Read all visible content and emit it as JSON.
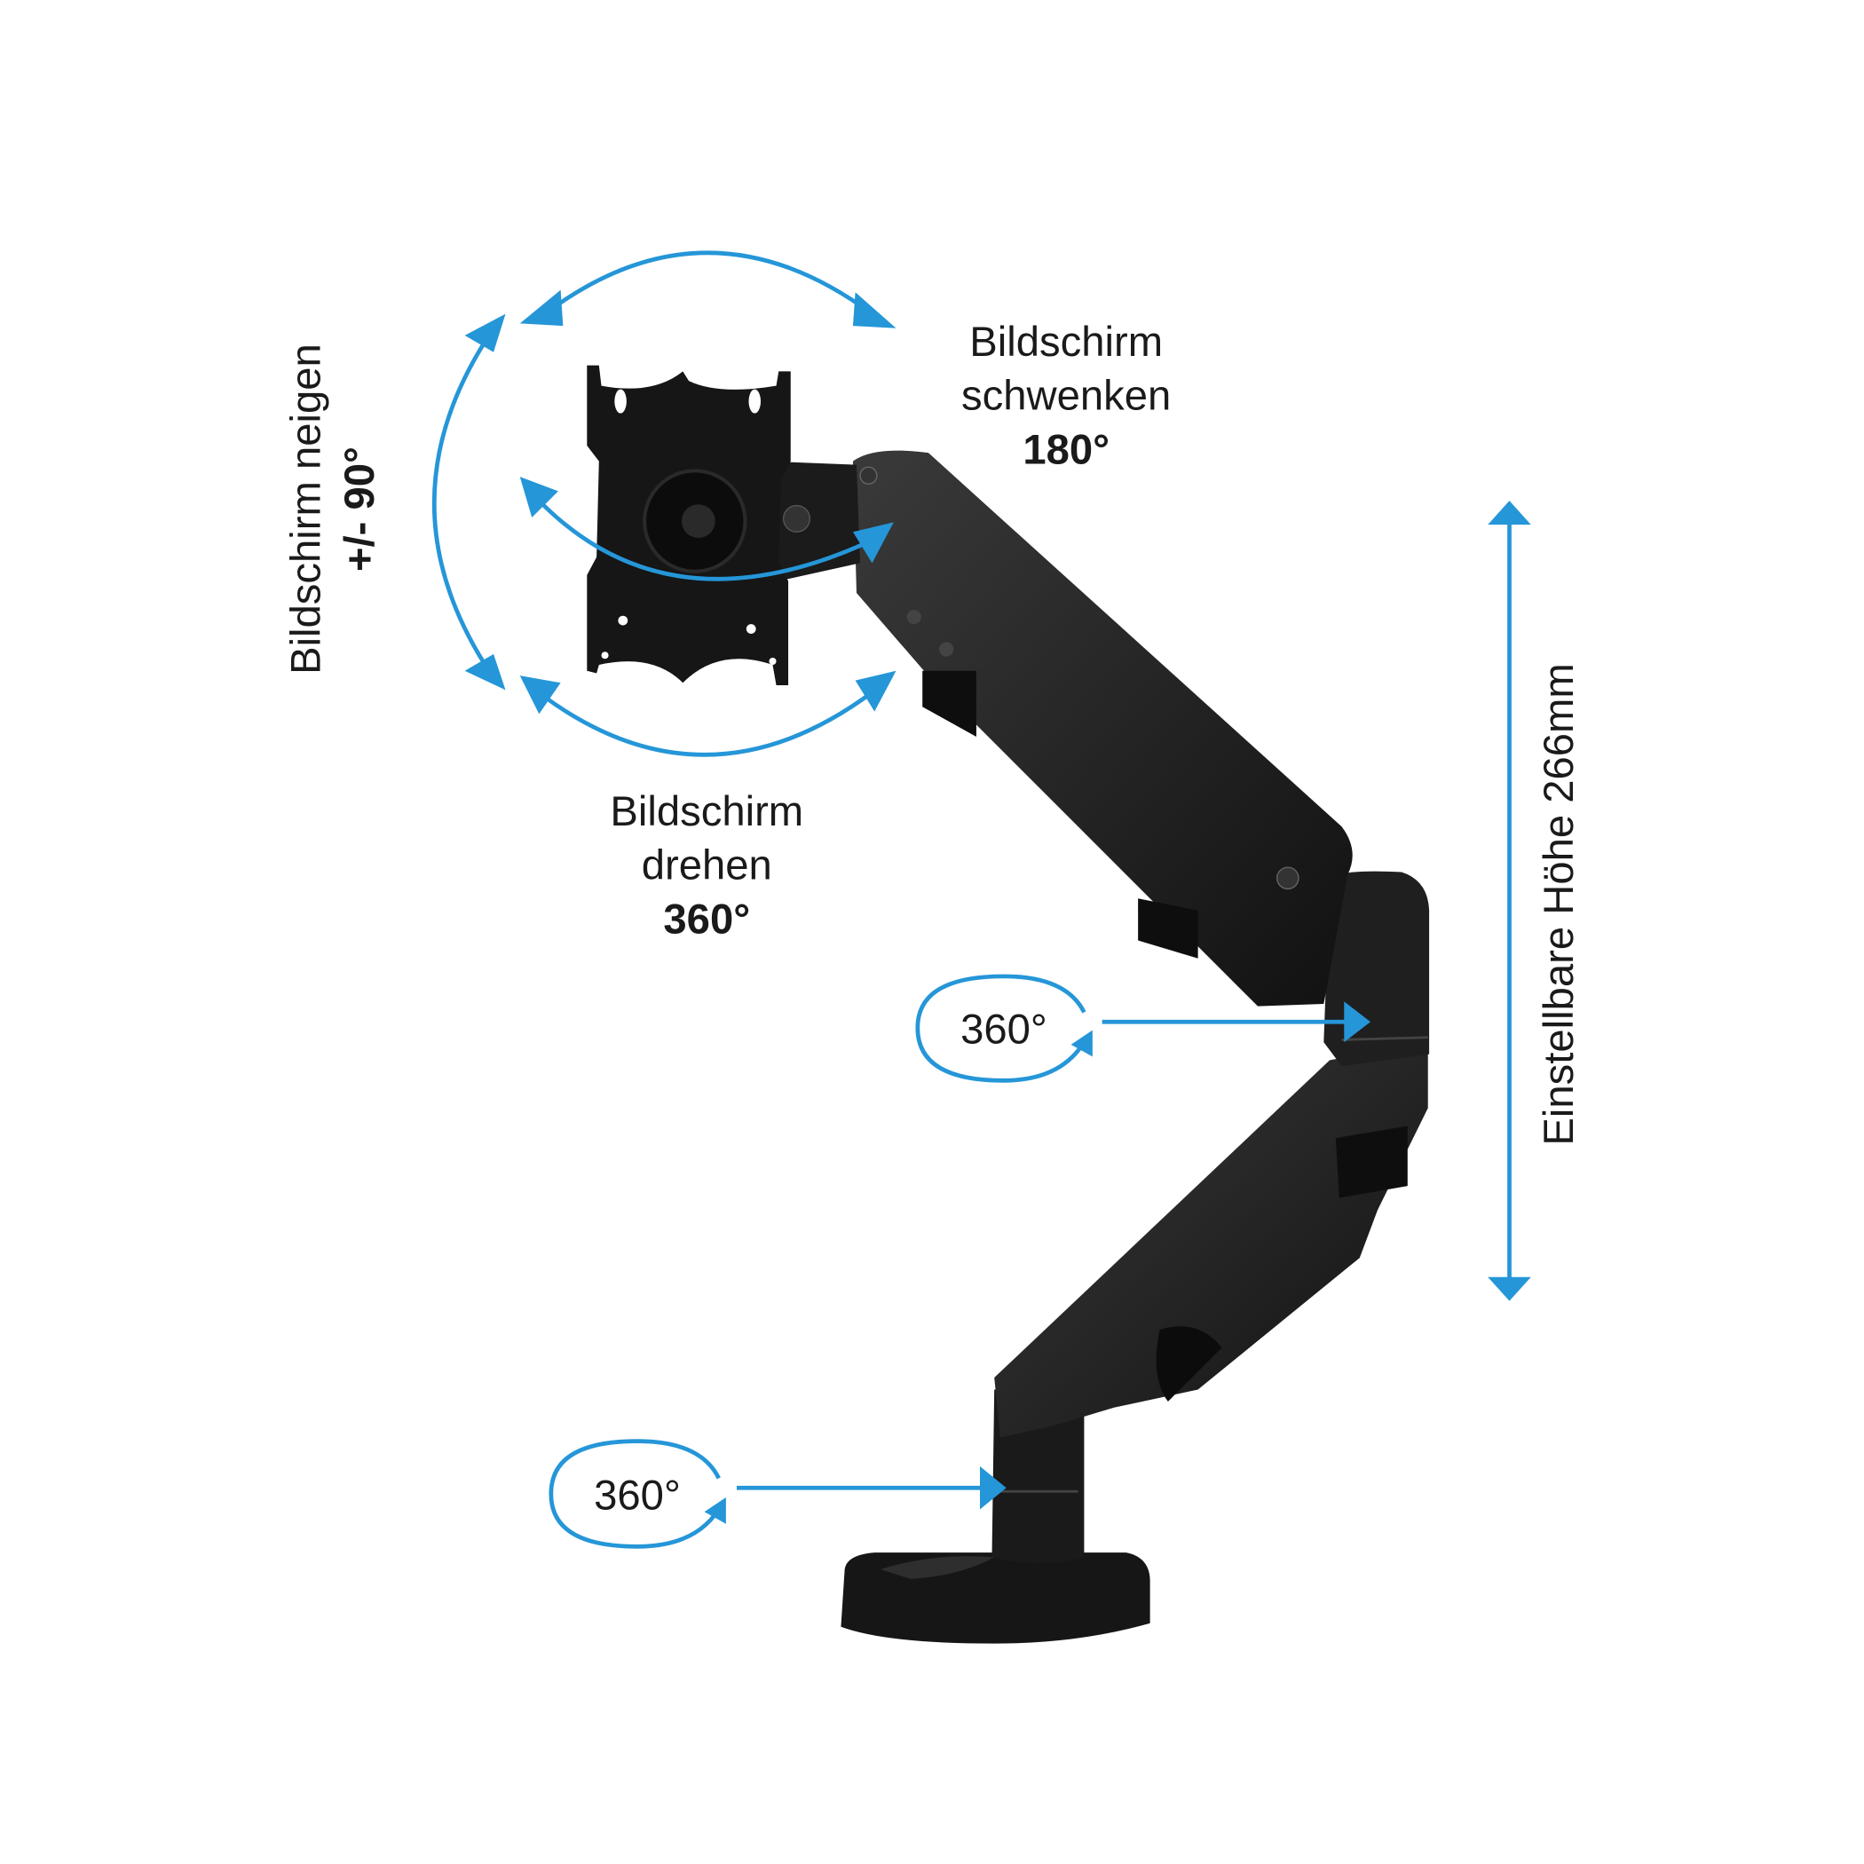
{
  "labels": {
    "swivel": {
      "line1": "Bildschirm",
      "line2": "schwenken",
      "value": "180°"
    },
    "rotate": {
      "line1": "Bildschirm",
      "line2": "drehen",
      "value": "360°"
    },
    "tilt": {
      "line1": "Bildschirm neigen",
      "value": "+/- 90°"
    },
    "height": {
      "text": "Einstellbare Höhe 266mm"
    },
    "arm_joint_rotation": "360°",
    "base_rotation": "360°"
  },
  "colors": {
    "accent": "#2596d8",
    "product": "#1c1c1c",
    "background": "#ffffff"
  }
}
